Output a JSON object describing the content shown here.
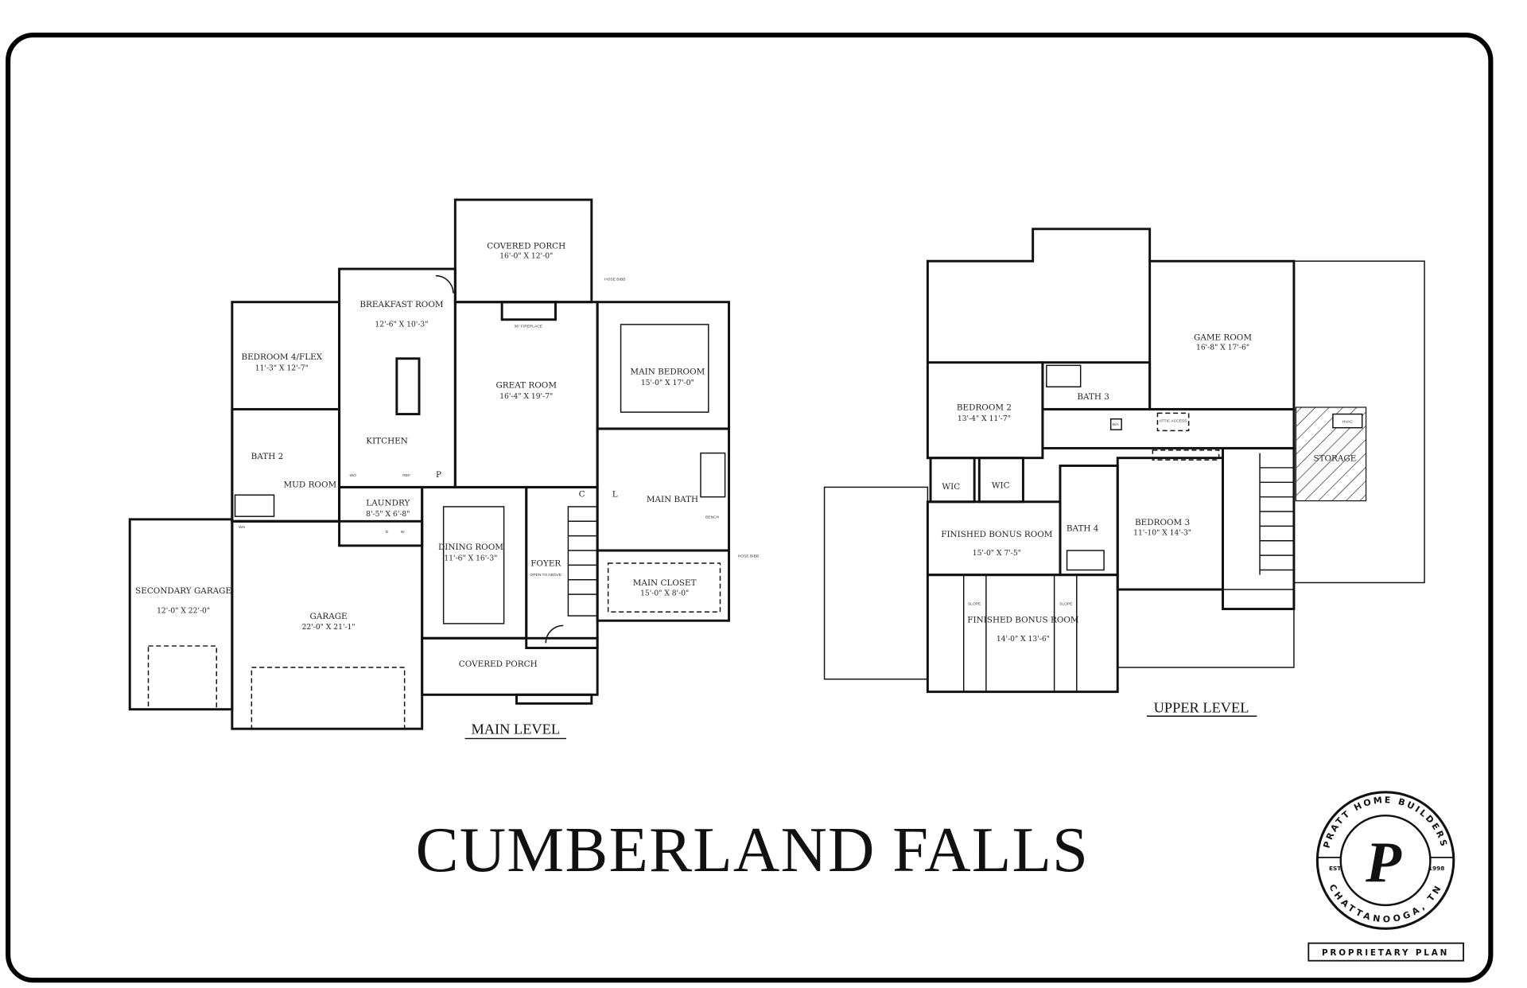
{
  "title": "CUMBERLAND FALLS",
  "main_level": {
    "label": "MAIN LEVEL",
    "rooms": [
      {
        "name": "COVERED PORCH",
        "dims": "16'-0\" X 12'-0\""
      },
      {
        "name": "BREAKFAST ROOM",
        "dims": "12'-6\" X 10'-3\""
      },
      {
        "name": "BEDROOM 4/FLEX",
        "dims": "11'-3\" X 12'-7\""
      },
      {
        "name": "GREAT ROOM",
        "dims": "16'-4\" X 19'-7\""
      },
      {
        "name": "MAIN BEDROOM",
        "dims": "15'-0\" X 17'-0\""
      },
      {
        "name": "KITCHEN",
        "dims": ""
      },
      {
        "name": "BATH 2",
        "dims": ""
      },
      {
        "name": "MUD ROOM",
        "dims": ""
      },
      {
        "name": "LAUNDRY",
        "dims": "8'-5\" X 6'-8\""
      },
      {
        "name": "MAIN BATH",
        "dims": ""
      },
      {
        "name": "DINING ROOM",
        "dims": "11'-6\" X 16'-3\""
      },
      {
        "name": "FOYER",
        "dims": "OPEN TO ABOVE"
      },
      {
        "name": "MAIN CLOSET",
        "dims": "15'-0\" X 8'-0\""
      },
      {
        "name": "SECONDARY GARAGE",
        "dims": "12'-0\" X 22'-0\""
      },
      {
        "name": "GARAGE",
        "dims": "22'-0\" X 21'-1\""
      },
      {
        "name": "COVERED PORCH",
        "dims": ""
      }
    ],
    "annotations": [
      "HOSE BIBB",
      "36\" FIREPLACE",
      "HOSE BIBB",
      "WH",
      "P",
      "C",
      "L",
      "BENCH",
      "D",
      "W",
      "WO",
      "REF"
    ]
  },
  "upper_level": {
    "label": "UPPER LEVEL",
    "rooms": [
      {
        "name": "GAME ROOM",
        "dims": "16'-8\" X 17'-6\""
      },
      {
        "name": "BEDROOM 2",
        "dims": "13'-4\" X 11'-7\""
      },
      {
        "name": "BATH 3",
        "dims": ""
      },
      {
        "name": "WIC",
        "dims": ""
      },
      {
        "name": "WIC",
        "dims": ""
      },
      {
        "name": "FINISHED BONUS ROOM",
        "dims": "15'-0\" X 7'-5\""
      },
      {
        "name": "BATH 4",
        "dims": ""
      },
      {
        "name": "BEDROOM 3",
        "dims": "11'-10\" X 14'-3\""
      },
      {
        "name": "FINISHED BONUS ROOM",
        "dims": "14'-0\" X 13'-6\""
      },
      {
        "name": "STORAGE",
        "dims": ""
      }
    ],
    "annotations": [
      "ATTIC ACCESS",
      "HVAC",
      "SLOPE",
      "SLOPE",
      "B/A"
    ]
  },
  "logo": {
    "top_text": "PRATT HOME BUILDERS",
    "bottom_text": "CHATTANOOGA, TN",
    "est": "EST.",
    "year": "1998",
    "letter": "P"
  },
  "badge": "PROPRIETARY PLAN"
}
